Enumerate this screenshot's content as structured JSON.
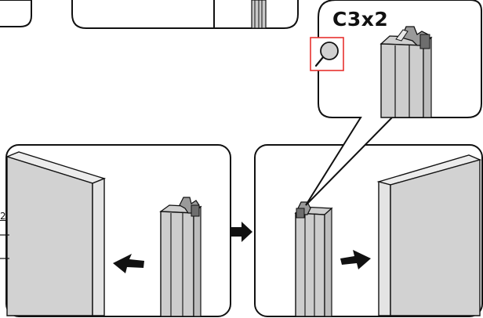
{
  "part": {
    "label": "C3x2",
    "magnifier_icon": "magnifier-icon"
  },
  "edge_fragment": "2",
  "colors": {
    "panel_face": "#d4d4d4",
    "panel_edge": "#e6e6e6",
    "outline": "#111111",
    "highlight_box": "#e8312e",
    "background": "#ffffff"
  },
  "steps": [
    {
      "id": "left-step",
      "arrow_direction": "left"
    },
    {
      "id": "right-step",
      "arrow_direction": "right"
    }
  ]
}
